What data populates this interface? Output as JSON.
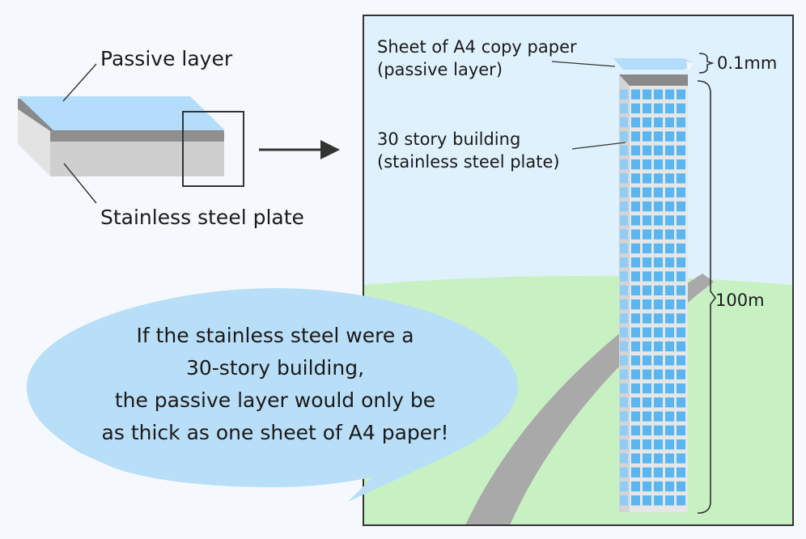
{
  "left_diagram": {
    "passive_layer_label": "Passive layer",
    "steel_plate_label": "Stainless steel plate"
  },
  "right_panel": {
    "paper_label_line1": "Sheet of A4 copy paper",
    "paper_label_line2": "(passive layer)",
    "paper_thickness": "0.1mm",
    "building_label_line1": "30 story building",
    "building_label_line2": "(stainless steel plate)",
    "building_height": "100m"
  },
  "bubble": {
    "lines": [
      "If the stainless steel were a",
      "30-story building,",
      "the passive layer would only be",
      "as thick as one sheet of A4 paper!"
    ]
  },
  "colors": {
    "sky": "#dff1fc",
    "grass": "#c8f1c3",
    "road": "#a9a9a9",
    "passive_blue": "#b4ddfb",
    "steel_light": "#e3e3e3",
    "steel_mid": "#cfcfcf",
    "steel_dark": "#8a8a8a",
    "window_blue": "#5ab6f0",
    "bubble": "#b9def7"
  }
}
